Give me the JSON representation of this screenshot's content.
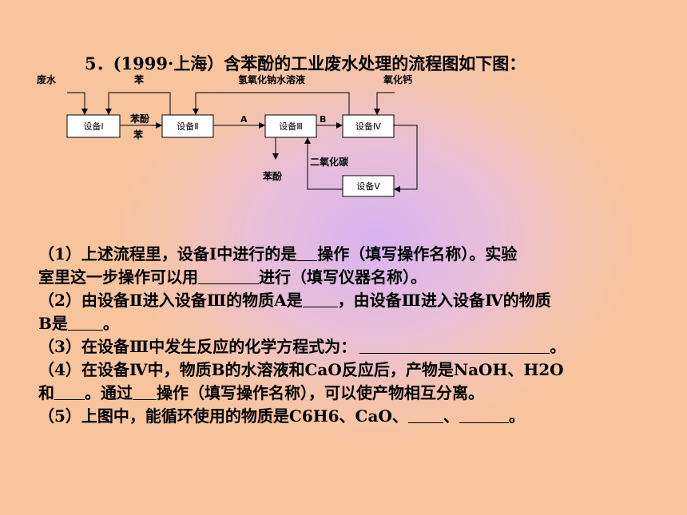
{
  "title": "5．(1999·上海）含苯酚的工业废水处理的流程图如下图：",
  "diagram": {
    "inputs": {
      "wastewater": "废水",
      "benzene": "苯",
      "naoh_solution": "氢氧化钠水溶液",
      "calcium_oxide": "氧化钙"
    },
    "devices": {
      "d1": "设备Ⅰ",
      "d2": "设备Ⅱ",
      "d3": "设备Ⅲ",
      "d4": "设备Ⅳ",
      "d5": "设备Ⅴ"
    },
    "labels": {
      "phenol_benzene_top": "苯酚",
      "phenol_benzene_bottom": "苯",
      "a": "A",
      "b": "B",
      "co2": "二氧化碳",
      "phenol_out": "苯酚"
    }
  },
  "questions": {
    "q1_a": "（1）上述流程里，设备Ⅰ中进行的是",
    "q1_b": "操作（填写操作名称）。实验",
    "q1_c": "室里这一步操作可以用",
    "q1_d": "进行（填写仪器名称）。",
    "q2_a": "（2）由设备Ⅱ进入设备Ⅲ的物质A是",
    "q2_b": "，由设备Ⅲ进入设备Ⅳ的物质",
    "q2_c": "B是",
    "q2_d": "。",
    "q3_a": "（3）在设备Ⅲ中发生反应的化学方程式为：",
    "q3_b": "。",
    "q4_a": "（4）在设备Ⅳ中，物质B的水溶液和CaO反应后，产物是NaOH、H2O",
    "q4_b": "和",
    "q4_c": "。通过",
    "q4_d": "操作（填写操作名称），可以使产物相互分离。",
    "q5_a": "（5）上图中，能循环使用的物质是C6H6、CaO、",
    "q5_b": "、",
    "q5_c": "。"
  }
}
